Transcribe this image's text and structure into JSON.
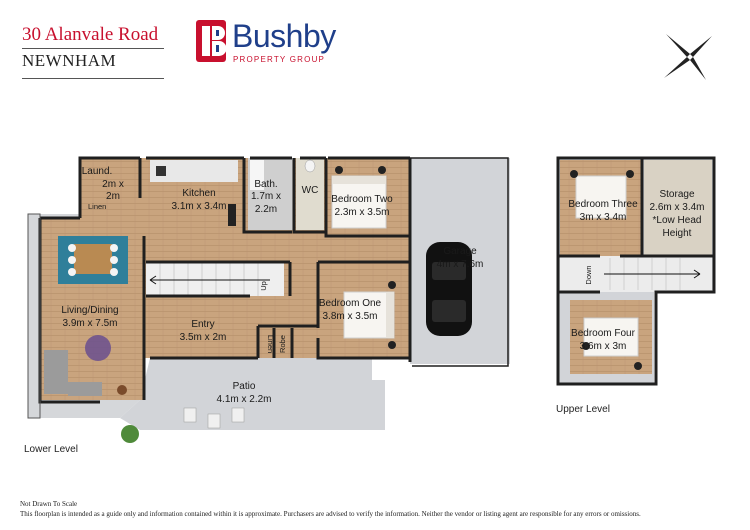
{
  "header": {
    "address_line1": "30 Alanvale Road",
    "address_line2": "NEWNHAM"
  },
  "logo": {
    "brand": "Bushby",
    "sub": "PROPERTY GROUP",
    "mark_color": "#c8102e",
    "brand_color": "#1f3f8a"
  },
  "compass": {
    "icon": "north-arrow-icon"
  },
  "lower_level": {
    "label": "Lower Level",
    "rooms": {
      "laundry": {
        "name": "Laund.",
        "dims_1": "2m x",
        "dims_2": "2m"
      },
      "linen_top": "Linen",
      "kitchen": {
        "name": "Kitchen",
        "dims": "3.1m x 3.4m"
      },
      "bath": {
        "name": "Bath.",
        "dims_1": "1.7m x",
        "dims_2": "2.2m"
      },
      "wc": "WC",
      "bedroom_two": {
        "name": "Bedroom Two",
        "dims": "2.3m x 3.5m"
      },
      "garage": {
        "name": "Garage",
        "dims": "4m x 7.6m"
      },
      "living": {
        "name": "Living/Dining",
        "dims": "3.9m x 7.5m"
      },
      "up": "Up",
      "bedroom_one": {
        "name": "Bedroom One",
        "dims": "3.8m x 3.5m"
      },
      "entry": {
        "name": "Entry",
        "dims": "3.5m x 2m"
      },
      "linen_cupboard": "Linen",
      "robe": "Robe",
      "patio": {
        "name": "Patio",
        "dims": "4.1m x 2.2m"
      }
    }
  },
  "upper_level": {
    "label": "Upper Level",
    "rooms": {
      "bedroom_three": {
        "name": "Bedroom Three",
        "dims": "3m x 3.4m"
      },
      "storage": {
        "name": "Storage",
        "dims": "2.6m x 3.4m",
        "note_1": "*Low Head",
        "note_2": "Height"
      },
      "down": "Down",
      "bedroom_four": {
        "name": "Bedroom  Four",
        "dims": "3.6m x 3m"
      }
    }
  },
  "footer": {
    "not_to_scale": "Not Drawn To Scale",
    "disclaimer": "This floorplan is intended as a guide only and information contained within it is approximate. Purchasers are advised to verify the information. Neither the vendor or listing agent are responsible for any errors or omissions."
  },
  "colors": {
    "wood_floor": "#c9a47e",
    "grey_floor": "#d2d4d8",
    "wall": "#1f1f1f",
    "accent_red": "#c8102e"
  }
}
